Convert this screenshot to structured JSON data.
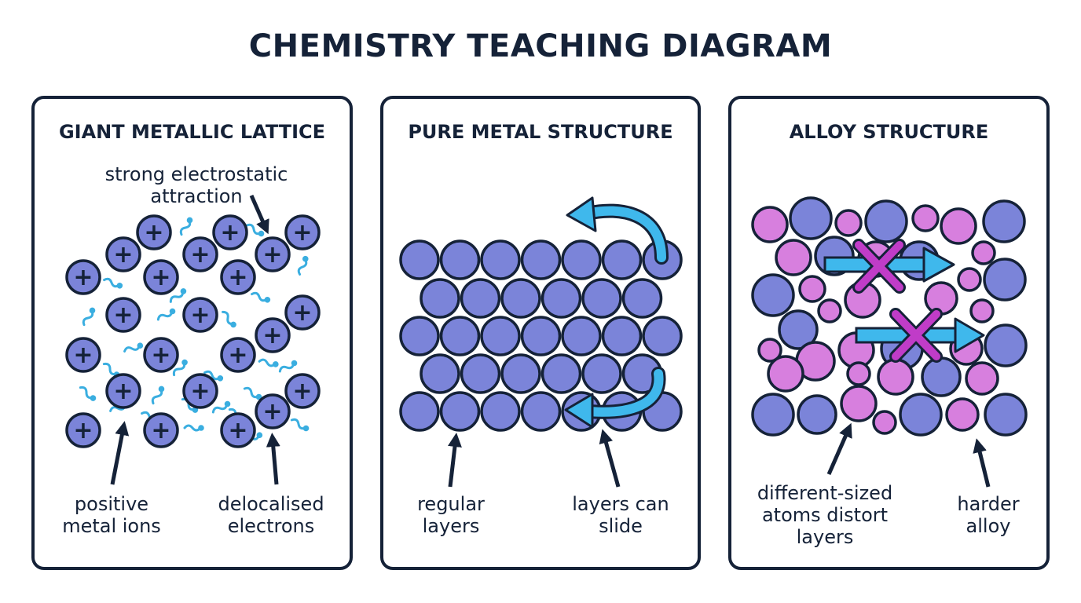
{
  "title": "CHEMISTRY TEACHING DIAGRAM",
  "panels": {
    "lattice": {
      "title": "GIANT METALLIC LATTICE",
      "ion_symbol": "+",
      "labels": {
        "attraction": [
          "strong electrostatic",
          "attraction"
        ],
        "ions": [
          "positive",
          "metal ions"
        ],
        "electrons": [
          "delocalised",
          "electrons"
        ]
      }
    },
    "pure": {
      "title": "PURE METAL STRUCTURE",
      "labels": {
        "layers": [
          "regular",
          "layers"
        ],
        "slide": [
          "layers can",
          "slide"
        ]
      }
    },
    "alloy": {
      "title": "ALLOY STRUCTURE",
      "labels": {
        "distort": [
          "different-sized",
          "atoms distort",
          "layers"
        ],
        "harder": [
          "harder",
          "alloy"
        ]
      }
    }
  },
  "colors": {
    "outline": "#152238",
    "metal_atom": "#7b84d9",
    "alloy_atom": "#d77fde",
    "electron": "#3aaee0",
    "slide_arrow": "#3fb8ec",
    "blocked_mark": "#c03cc8"
  },
  "icons": [
    "plus-icon",
    "arrow-icon",
    "curved-arrow-icon",
    "cross-icon"
  ]
}
